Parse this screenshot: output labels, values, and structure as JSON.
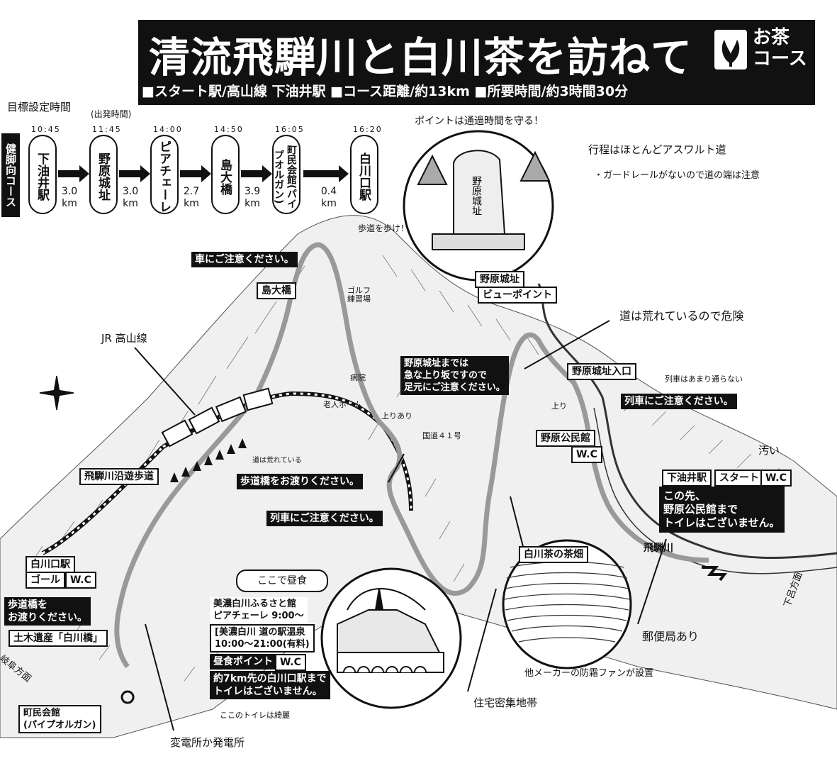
{
  "header": {
    "title": "清流飛騨川と白川茶を訪ねて",
    "badge": "お茶\nコース",
    "info": "■スタート駅/高山線 下油井駅 ■コース距離/約13km ■所要時間/約3時間30分"
  },
  "schedule": {
    "target_label": "目標設定時間",
    "departure_label": "(出発時間)",
    "course_tab": "健脚向コース",
    "stops": [
      {
        "time": "10:45",
        "name": "下油井駅"
      },
      {
        "time": "11:45",
        "name": "野原城址"
      },
      {
        "time": "14:00",
        "name": "ピアチェーレ"
      },
      {
        "time": "14:50",
        "name": "島大橋"
      },
      {
        "time": "16:05",
        "name": "町民会館(パイプオルガン)"
      },
      {
        "time": "16:20",
        "name": "白川口駅"
      }
    ],
    "distances": [
      "3.0\nkm",
      "3.0\nkm",
      "2.7\nkm",
      "3.9\nkm",
      "0.4\nkm"
    ]
  },
  "notes": {
    "keep_time": "ポイントは通過時間を守る！",
    "asphalt": "行程はほとんどアスワルト道",
    "guardrail": "・ガードレールがないので道の端は注意",
    "sidewalk": "歩道を歩け！",
    "jr_line": "JR 高山線",
    "rough_road": "道は荒れているので危険",
    "few_trains": "列車はあまり通らない",
    "dirty": "汚い",
    "road_rough_small": "道は荒れている",
    "lunch_here": "ここで昼食",
    "clean_toilet": "ここのトイレは綺麗",
    "substation": "変電所か発電所",
    "housing": "住宅密集地帯",
    "frost_fan": "他メーカーの防霜ファンが設置",
    "post_office": "郵便局あり"
  },
  "map_labels": {
    "car_caution": "車にご注意ください。",
    "shima_bridge": "島大橋",
    "golf": "ゴルフ\n練習場",
    "nohara_ruins": "野原城址",
    "view_point": "ビューポイント",
    "steep_warning": "野原城址までは\n急な上り坂ですので\n足元にご注意ください。",
    "hospital": "病院",
    "nursing_home": "老人ホーム",
    "uphill": "上りあり",
    "route41": "国道４１号",
    "nohara_entrance": "野原城址入口",
    "up": "上り",
    "train_caution_1": "列車にご注意ください。",
    "nohara_hall": "野原公民館",
    "wc": "W.C",
    "hida_path": "飛騨川沿遊歩道",
    "cross_bridge": "歩道橋をお渡りください。",
    "train_caution_2": "列車にご注意ください。",
    "shimoyui_station": "下油井駅",
    "start": "スタート",
    "no_toilet_ahead": "この先、\n野原公民館まで\nトイレはございません。",
    "hida_river": "飛騨川",
    "tea_field": "白川茶の茶畑",
    "shirakawaguchi": "白川口駅",
    "goal": "ゴール",
    "cross_bridge_2": "歩道橋を\nお渡りください。",
    "heritage": "土木遺産「白川橋」",
    "town_hall": "町民会館\n(パイプオルガン)",
    "furusato": "美濃白川ふるさと館\nピアチェーレ 9:00～",
    "onsen": "[美濃白川 道の駅温泉\n10:00～21:00(有料)",
    "lunch_point": "昼食ポイント",
    "no_toilet_7km": "約7km先の白川口駅まで\nトイレはございません。",
    "gifu_dir": "岐阜方面",
    "takayama_dir": "下呂方面",
    "inset_sign": "野原城址"
  }
}
